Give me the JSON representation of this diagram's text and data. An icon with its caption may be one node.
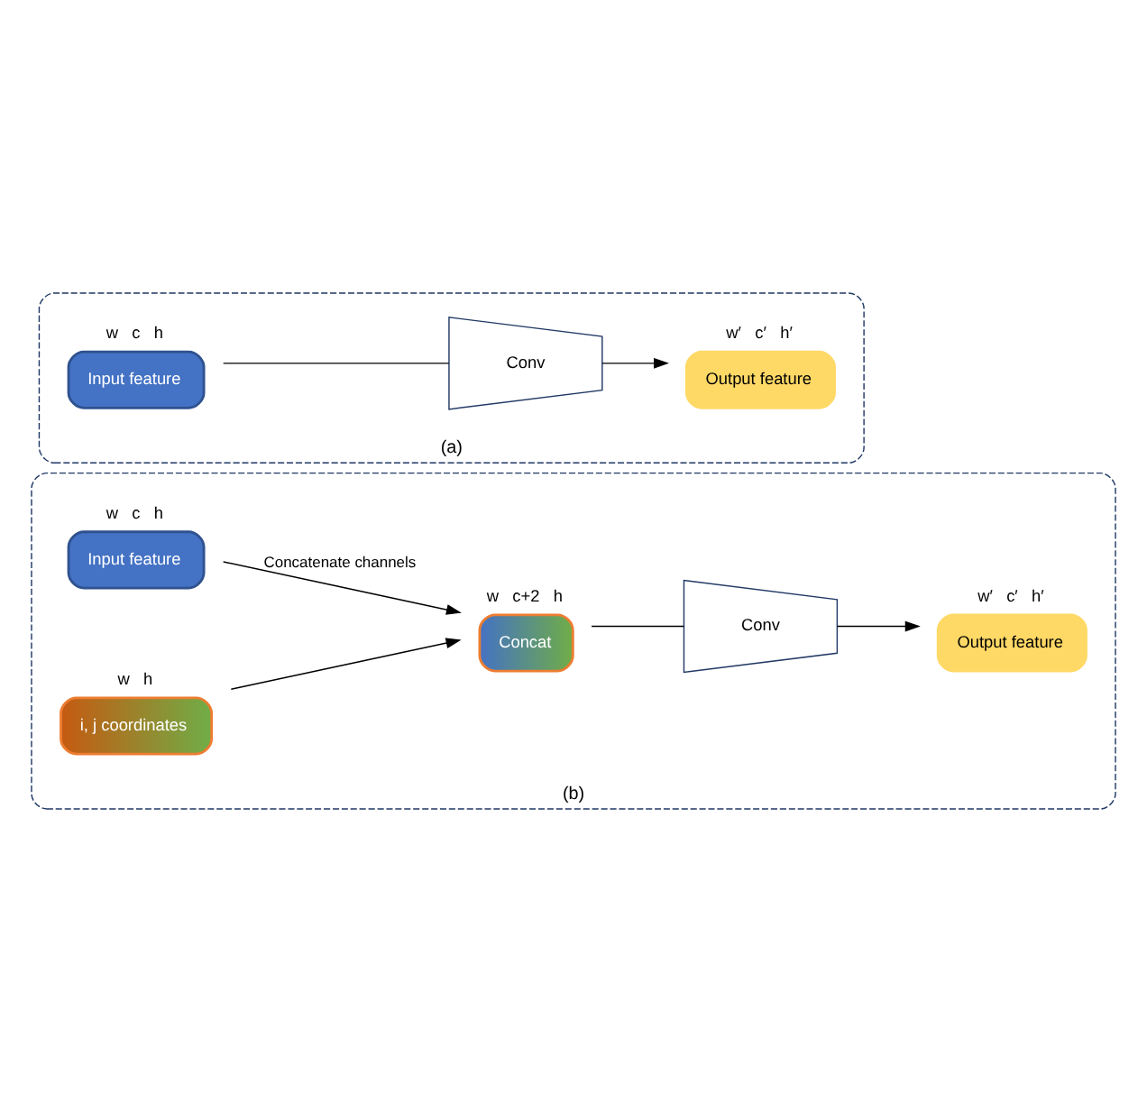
{
  "diagram": {
    "nodes": [
      {
        "text": [
          "(a)"
        ]
      },
      {
        "text": [
          "Input feature"
        ],
        "beside": [
          "w",
          "c",
          "h"
        ],
        "in": 0
      },
      {
        "text": [
          "Conv"
        ],
        "in": 0
      },
      {
        "text": [
          "Output feature"
        ],
        "beside": [
          "w′",
          "c′",
          "h′"
        ],
        "in": 0
      },
      {
        "text": [
          "(b)"
        ]
      },
      {
        "text": [
          "Input feature"
        ],
        "beside": [
          "w",
          "c",
          "h"
        ],
        "in": 4
      },
      {
        "text": [
          "i, j coordinates"
        ],
        "beside": [
          "w",
          "h"
        ],
        "in": 4
      },
      {
        "text": [
          "Concat"
        ],
        "beside": [
          "w",
          "c+2",
          "h"
        ],
        "in": 4
      },
      {
        "text": [
          "Conv"
        ],
        "in": 4
      },
      {
        "text": [
          "Output feature"
        ],
        "beside": [
          "w′",
          "c′",
          "h′"
        ],
        "in": 4
      }
    ],
    "edges": [
      {
        "from": 1,
        "to": 2,
        "arrow": "none"
      },
      {
        "from": 2,
        "to": 3,
        "arrow": "to"
      },
      {
        "from": 5,
        "to": 7,
        "arrow": "to",
        "label": "Concatenate channels"
      },
      {
        "from": 6,
        "to": 7,
        "arrow": "to"
      },
      {
        "from": 7,
        "to": 8,
        "arrow": "none"
      },
      {
        "from": 8,
        "to": 9,
        "arrow": "to"
      }
    ]
  }
}
